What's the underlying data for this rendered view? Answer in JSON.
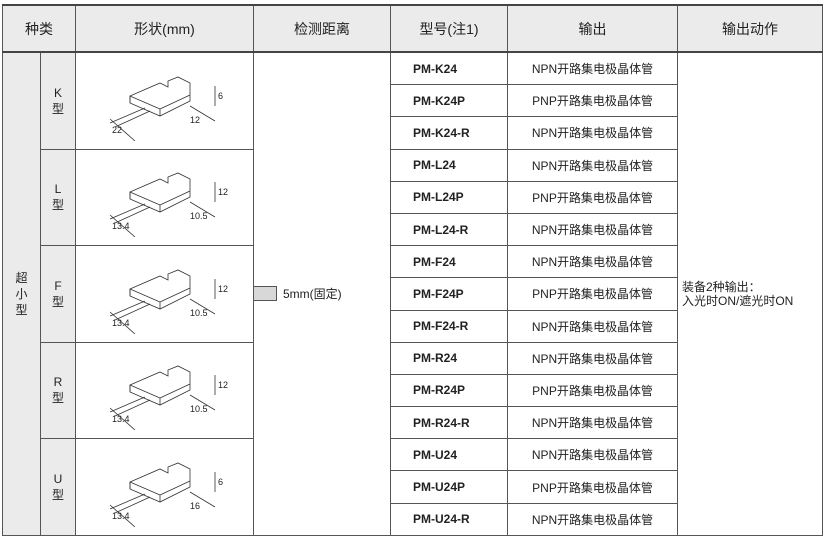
{
  "headers": {
    "kind": "种类",
    "shape": "形状(mm)",
    "distance": "检测距离",
    "model": "型号(注1)",
    "output": "输出",
    "action": "输出动作"
  },
  "category": "超小型",
  "groups": [
    {
      "type": "K型",
      "dims": [
        "22",
        "12",
        "6"
      ],
      "models": [
        {
          "model": "PM-K24",
          "output": "NPN开路集电极晶体管"
        },
        {
          "model": "PM-K24P",
          "output": "PNP开路集电极晶体管"
        },
        {
          "model": "PM-K24-R",
          "output": "NPN开路集电极晶体管"
        }
      ]
    },
    {
      "type": "L型",
      "dims": [
        "13.4",
        "10.5",
        "12"
      ],
      "models": [
        {
          "model": "PM-L24",
          "output": "NPN开路集电极晶体管"
        },
        {
          "model": "PM-L24P",
          "output": "PNP开路集电极晶体管"
        },
        {
          "model": "PM-L24-R",
          "output": "NPN开路集电极晶体管"
        }
      ]
    },
    {
      "type": "F型",
      "dims": [
        "13.4",
        "10.5",
        "12"
      ],
      "models": [
        {
          "model": "PM-F24",
          "output": "NPN开路集电极晶体管"
        },
        {
          "model": "PM-F24P",
          "output": "PNP开路集电极晶体管"
        },
        {
          "model": "PM-F24-R",
          "output": "NPN开路集电极晶体管"
        }
      ]
    },
    {
      "type": "R型",
      "dims": [
        "13.4",
        "10.5",
        "12"
      ],
      "models": [
        {
          "model": "PM-R24",
          "output": "NPN开路集电极晶体管"
        },
        {
          "model": "PM-R24P",
          "output": "PNP开路集电极晶体管"
        },
        {
          "model": "PM-R24-R",
          "output": "NPN开路集电极晶体管"
        }
      ]
    },
    {
      "type": "U型",
      "dims": [
        "13.4",
        "16",
        "6"
      ],
      "models": [
        {
          "model": "PM-U24",
          "output": "NPN开路集电极晶体管"
        },
        {
          "model": "PM-U24P",
          "output": "PNP开路集电极晶体管"
        },
        {
          "model": "PM-U24-R",
          "output": "NPN开路集电极晶体管"
        }
      ]
    }
  ],
  "distance": "5mm(固定)",
  "action_line1": "装备2种输出：",
  "action_line2": "入光时ON/遮光时ON"
}
